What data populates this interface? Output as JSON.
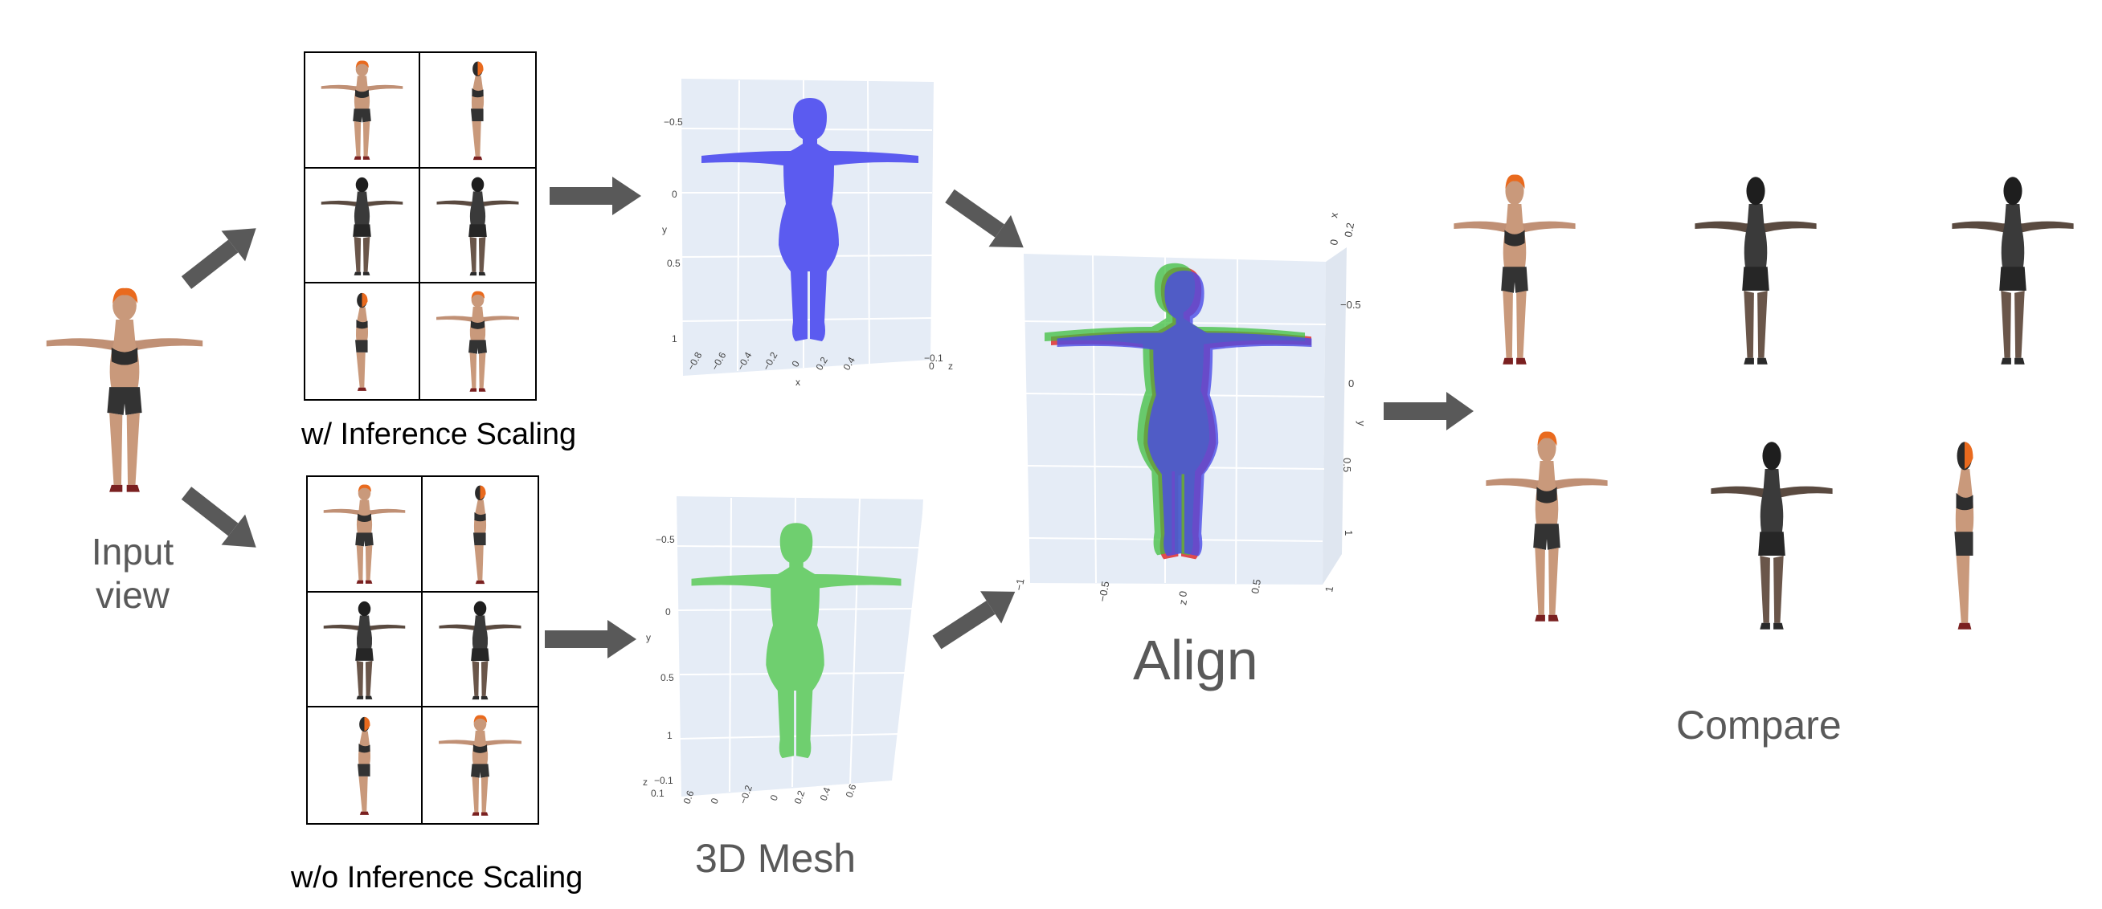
{
  "labels": {
    "input_view": [
      "Input",
      "view"
    ],
    "with_scaling": "w/ Inference Scaling",
    "without_scaling": "w/o Inference Scaling",
    "mesh": "3D Mesh",
    "align": "Align",
    "compare": "Compare"
  },
  "plot_top": {
    "y_ticks": [
      "−0.5",
      "0",
      "0.5",
      "1"
    ],
    "y_label": "y",
    "x_ticks": [
      "−0.8",
      "−0.6",
      "−0.4",
      "−0.2",
      "0",
      "0.2",
      "0.4"
    ],
    "x_label": "x",
    "z_ticks": [
      "−0.1",
      "0"
    ],
    "z_label": "z"
  },
  "plot_bottom": {
    "y_ticks": [
      "−0.5",
      "0",
      "0.5",
      "1"
    ],
    "y_label": "y",
    "x_ticks": [
      "0.6",
      "0",
      "−0.2",
      "0",
      "0.2",
      "0.4",
      "0.6"
    ],
    "z_ticks": [
      "−0.1",
      "0.1"
    ],
    "z_label": "z"
  },
  "plot_align": {
    "y_ticks": [
      "−0.5",
      "0",
      "0.5",
      "1"
    ],
    "y_label": "y",
    "z_ticks": [
      "−1",
      "−0.5",
      "0",
      "0.5",
      "1"
    ],
    "z_label": "z",
    "x_ticks": [
      "0.2",
      "0"
    ],
    "x_label": "x"
  },
  "colors": {
    "arrow": "#595959",
    "mesh_blue": "#5b5bf0",
    "mesh_green": "#6fcf6f",
    "mesh_red": "#e03030",
    "plot_bg": "#e5ecf6",
    "skin": "#c9997b",
    "hair": "#e96a1e",
    "cloth": "#2e2e2e"
  }
}
